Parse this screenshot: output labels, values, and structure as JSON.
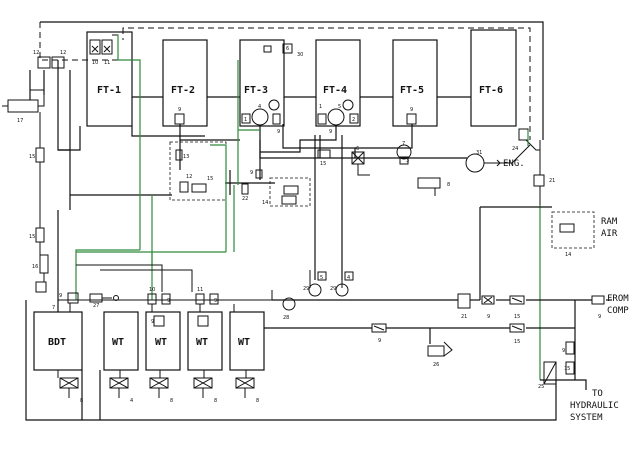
{
  "diagram": {
    "tanks": {
      "ft1": "FT-1",
      "ft2": "FT-2",
      "ft3": "FT-3",
      "ft4": "FT-4",
      "ft5": "FT-5",
      "ft6": "FT-6",
      "bdt": "BDT",
      "wt1": "WT",
      "wt2": "WT",
      "wt3": "WT",
      "wt4": "WT"
    },
    "external_labels": {
      "engine": "ENG.",
      "ram_air_1": "RAM",
      "ram_air_2": "AIR",
      "from_1": "FROM",
      "from_2": "COMP",
      "to_1": "TO",
      "to_2": "HYDRAULIC",
      "to_3": "SYSTEM"
    },
    "component_numbers": {
      "c12a": "12",
      "c12b": "12",
      "c17": "17",
      "c10": "10",
      "c11": "11",
      "c9_ft2": "9",
      "c9_ft3": "9",
      "c4_ft3": "4",
      "c9_ft3b": "9",
      "c6_ft3": "6",
      "c30": "30",
      "c1_ft3": "1",
      "c1_ft4": "1",
      "c5_ft4": "5",
      "c9_ft4": "9",
      "c2_ft4": "2",
      "c9_ft5": "9",
      "c13": "13",
      "c12c": "12",
      "c15a": "15",
      "c15b": "15",
      "c15c": "15",
      "c15d": "15",
      "c6_mid": "6",
      "c7": "7",
      "c3": "3",
      "c8_mid": "8",
      "c31": "31",
      "c24": "24",
      "c21a": "21",
      "c9_mid": "9",
      "c22": "22",
      "c14a": "14",
      "c14b": "14",
      "c16": "16",
      "c29a": "29",
      "c29b": "29",
      "c5b": "5",
      "c4b": "4",
      "c9_bdt": "9",
      "c27": "27",
      "c7b": "7",
      "c10b": "10",
      "c9b": "9",
      "c9c": "9",
      "c11b": "11",
      "c9d": "9",
      "c28": "28",
      "c21b": "21",
      "c9e": "9",
      "c15e": "15",
      "c9f": "9",
      "c15f": "15",
      "c9g": "9",
      "c26": "26",
      "c9h": "9",
      "c25": "25",
      "c15g": "15",
      "c8a": "8",
      "c4c": "4",
      "c8b": "8",
      "c8c": "8",
      "c8d": "8"
    }
  }
}
